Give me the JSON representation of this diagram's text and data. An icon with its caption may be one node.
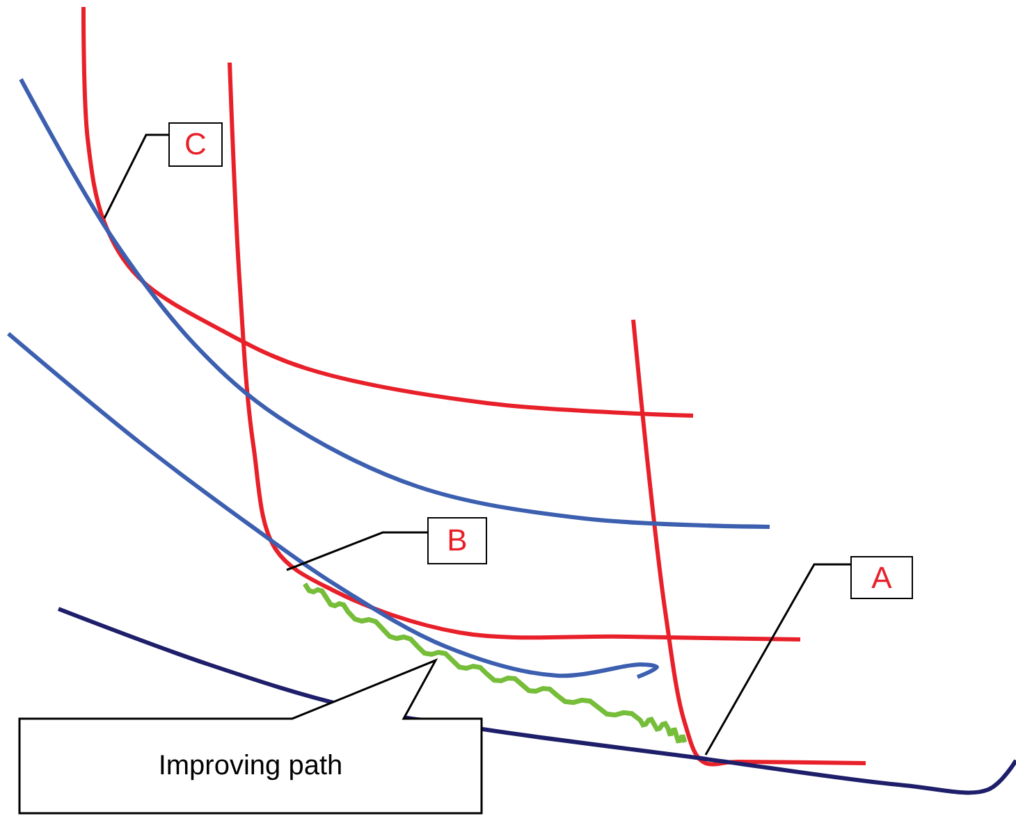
{
  "diagram": {
    "nodes": [
      {
        "text": [
          "C"
        ]
      },
      {
        "text": [
          "B"
        ]
      },
      {
        "text": [
          "A"
        ]
      },
      {
        "text": [
          "Improving path"
        ]
      }
    ],
    "edges": [
      {
        "from": 0,
        "to": null,
        "arrow": "none"
      },
      {
        "from": 1,
        "to": null,
        "arrow": "none"
      },
      {
        "from": 2,
        "to": null,
        "arrow": "none"
      }
    ]
  }
}
